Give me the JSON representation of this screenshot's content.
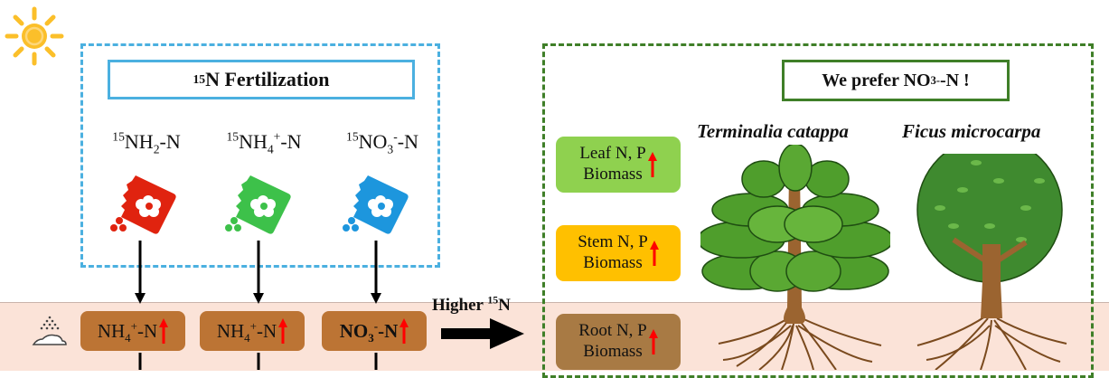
{
  "fertilization": {
    "title_sup": "15",
    "title_main": "N Fertilization",
    "sources": [
      {
        "iso": "15",
        "base": "NH",
        "sub": "2",
        "sup": "",
        "tail": "-N",
        "color": "#e0230f"
      },
      {
        "iso": "15",
        "base": "NH",
        "sub": "4",
        "sup": "+",
        "tail": "-N",
        "color": "#3dc14a"
      },
      {
        "iso": "15",
        "base": "NO",
        "sub": "3",
        "sup": "-",
        "tail": "-N",
        "color": "#1d96dd"
      }
    ]
  },
  "soil": {
    "pools": [
      {
        "base": "NH",
        "sub": "4",
        "sup": "+",
        "tail": "-N",
        "bold": false
      },
      {
        "base": "NH",
        "sub": "4",
        "sup": "+",
        "tail": "-N",
        "bold": false
      },
      {
        "base": "NO",
        "sub": "3",
        "sup": "-",
        "tail": "-N",
        "bold": true
      }
    ],
    "arrow_label_main": "Higher ",
    "arrow_label_sup": "15",
    "arrow_label_tail": "N"
  },
  "plants": {
    "preference_main": "We prefer NO",
    "preference_sub": "3",
    "preference_sup": "-",
    "preference_tail": "-N !",
    "species": [
      "Terminalia catappa",
      "Ficus microcarpa"
    ],
    "organs": [
      {
        "line1": "Leaf N, P",
        "line2": "Biomass",
        "color": "#8fd14f"
      },
      {
        "line1": "Stem N, P",
        "line2": "Biomass",
        "color": "#ffc000"
      },
      {
        "line1": "Root N, P",
        "line2": "Biomass",
        "color": "#a87a44"
      }
    ]
  },
  "colors": {
    "increase_arrow": "#ff0000",
    "fertilization_frame": "#4bb0e0",
    "plant_frame": "#3f7f28",
    "soil_background": "#fbe3d8",
    "soil_pool": "#bc7434",
    "sun": "#fbbf2a"
  }
}
